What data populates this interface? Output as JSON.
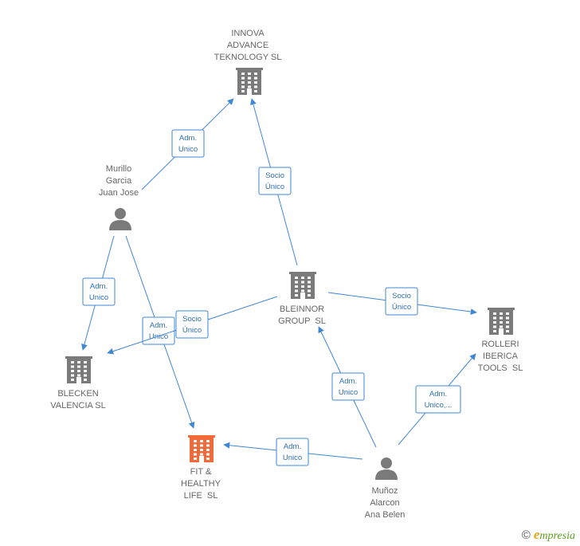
{
  "colors": {
    "company": "#7a7a7a",
    "company_highlight": "#f26a3a",
    "person": "#7a7a7a",
    "edge": "#3f87d5",
    "edge_text": "#2e6fb8",
    "label": "#666666"
  },
  "nodes": [
    {
      "id": "innova",
      "type": "company",
      "icon": "building-icon",
      "label": [
        "INNOVA",
        "ADVANCE",
        "TEKNOLOGY SL"
      ]
    },
    {
      "id": "murillo",
      "type": "person",
      "icon": "person-icon",
      "label": [
        "Murillo",
        "Garcia",
        "Juan Jose"
      ]
    },
    {
      "id": "bleinnor",
      "type": "company",
      "icon": "building-icon",
      "label": [
        "BLEINNOR",
        "GROUP  SL"
      ]
    },
    {
      "id": "rolleri",
      "type": "company",
      "icon": "building-icon",
      "label": [
        "ROLLERI",
        "IBERICA",
        "TOOLS  SL"
      ]
    },
    {
      "id": "blecken",
      "type": "company",
      "icon": "building-icon",
      "label": [
        "BLECKEN",
        "VALENCIA SL"
      ]
    },
    {
      "id": "fit",
      "type": "company",
      "highlight": true,
      "icon": "building-icon",
      "label": [
        "FIT &",
        "HEALTHY",
        "LIFE  SL"
      ]
    },
    {
      "id": "munoz",
      "type": "person",
      "icon": "person-icon",
      "label": [
        "Muñoz",
        "Alarcon",
        "Ana Belen"
      ]
    }
  ],
  "edges": [
    {
      "from": "murillo",
      "to": "innova",
      "label": [
        "Adm.",
        "Unico"
      ]
    },
    {
      "from": "bleinnor",
      "to": "innova",
      "label": [
        "Socio",
        "Único"
      ]
    },
    {
      "from": "murillo",
      "to": "blecken",
      "label": [
        "Adm.",
        "Unico"
      ]
    },
    {
      "from": "murillo",
      "to": "fit",
      "label": [
        "Adm.",
        "Unico"
      ]
    },
    {
      "from": "bleinnor",
      "to": "blecken",
      "label": [
        "Socio",
        "Único"
      ]
    },
    {
      "from": "bleinnor",
      "to": "rolleri",
      "label": [
        "Socio",
        "Único"
      ]
    },
    {
      "from": "munoz",
      "to": "bleinnor",
      "label": [
        "Adm.",
        "Unico"
      ]
    },
    {
      "from": "munoz",
      "to": "rolleri",
      "label": [
        "Adm.",
        "Unico,..."
      ]
    },
    {
      "from": "munoz",
      "to": "fit",
      "label": [
        "Adm.",
        "Unico"
      ]
    }
  ],
  "footer": {
    "copyright_symbol": "©",
    "brand_mark": "e",
    "brand_rest": "mpresia"
  }
}
